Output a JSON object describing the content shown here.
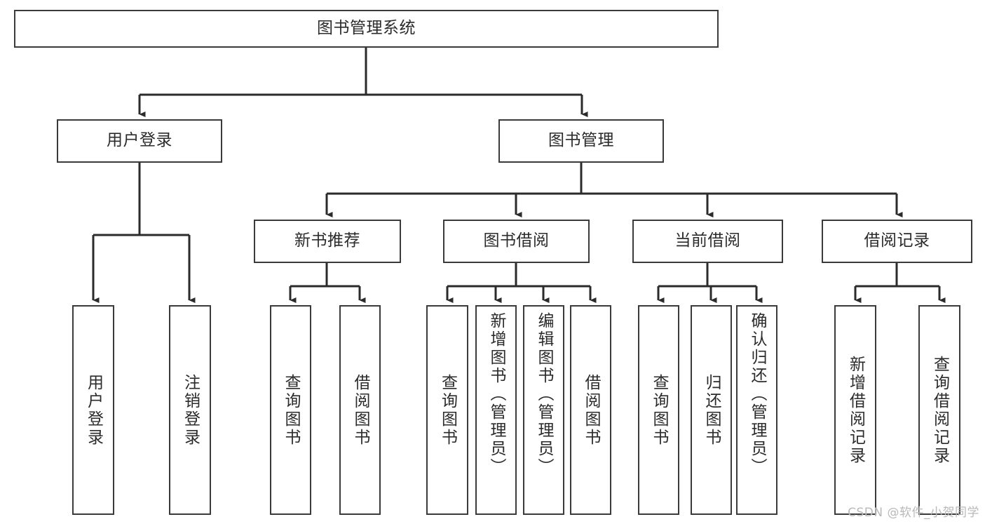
{
  "diagram": {
    "title": "图书管理系统",
    "type": "hierarchy-tree",
    "root": {
      "id": "root",
      "label": "图书管理系统"
    },
    "level2": [
      {
        "id": "user-login",
        "label": "用户登录"
      },
      {
        "id": "book-manage",
        "label": "图书管理"
      }
    ],
    "level3": [
      {
        "id": "new-book-recommend",
        "label": "新书推荐"
      },
      {
        "id": "book-borrow",
        "label": "图书借阅"
      },
      {
        "id": "current-borrow",
        "label": "当前借阅"
      },
      {
        "id": "borrow-record",
        "label": "借阅记录"
      }
    ],
    "leaves": {
      "user_login": [
        {
          "id": "leaf-user-login",
          "label": "用户登录"
        },
        {
          "id": "leaf-logout-login",
          "label": "注销登录"
        }
      ],
      "new_book_recommend": [
        {
          "id": "leaf-query-book-1",
          "label": "查询图书"
        },
        {
          "id": "leaf-borrow-book-1",
          "label": "借阅图书"
        }
      ],
      "book_borrow": [
        {
          "id": "leaf-query-book-2",
          "label": "查询图书"
        },
        {
          "id": "leaf-add-book",
          "label": "新增图书（管理员）"
        },
        {
          "id": "leaf-edit-book",
          "label": "编辑图书（管理员）"
        },
        {
          "id": "leaf-borrow-book-2",
          "label": "借阅图书"
        }
      ],
      "current_borrow": [
        {
          "id": "leaf-query-book-3",
          "label": "查询图书"
        },
        {
          "id": "leaf-return-book",
          "label": "归还图书"
        },
        {
          "id": "leaf-confirm-return",
          "label": "确认归还（管理员）"
        }
      ],
      "borrow_record": [
        {
          "id": "leaf-add-record",
          "label": "新增借阅记录"
        },
        {
          "id": "leaf-query-record",
          "label": "查询借阅记录"
        }
      ]
    }
  },
  "watermark": {
    "text": "CSDN @软件_小贺同学"
  },
  "colors": {
    "box_border": "#3a3a3a",
    "connector": "#2b2b2b",
    "background": "#ffffff",
    "text": "#2b2b2b",
    "watermark": "#b9b9b9"
  }
}
